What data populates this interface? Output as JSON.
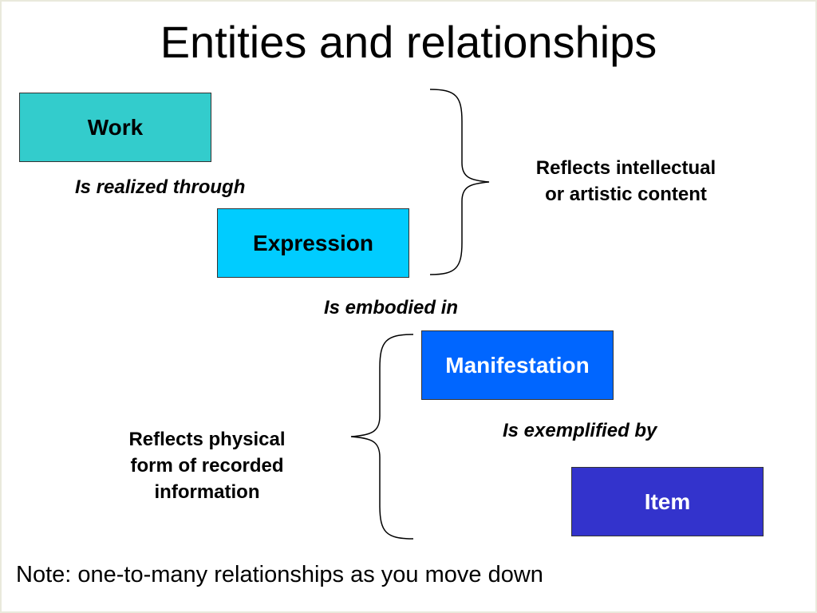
{
  "title": "Entities and relationships",
  "entities": {
    "work": {
      "label": "Work",
      "bg": "#33cccc",
      "text_color": "#000000"
    },
    "expression": {
      "label": "Expression",
      "bg": "#00ccff",
      "text_color": "#000000"
    },
    "manifestation": {
      "label": "Manifestation",
      "bg": "#0066ff",
      "text_color": "#ffffff"
    },
    "item": {
      "label": "Item",
      "bg": "#3333cc",
      "text_color": "#ffffff"
    }
  },
  "relationships": {
    "realized": "Is realized through",
    "embodied": "Is embodied in",
    "exemplified": "Is exemplified by"
  },
  "groups": {
    "intellectual": {
      "line1": "Reflects intellectual",
      "line2": "or artistic content"
    },
    "physical": {
      "line1": "Reflects physical",
      "line2": "form of recorded",
      "line3": "information"
    }
  },
  "note": "Note: one-to-many relationships as you move down"
}
